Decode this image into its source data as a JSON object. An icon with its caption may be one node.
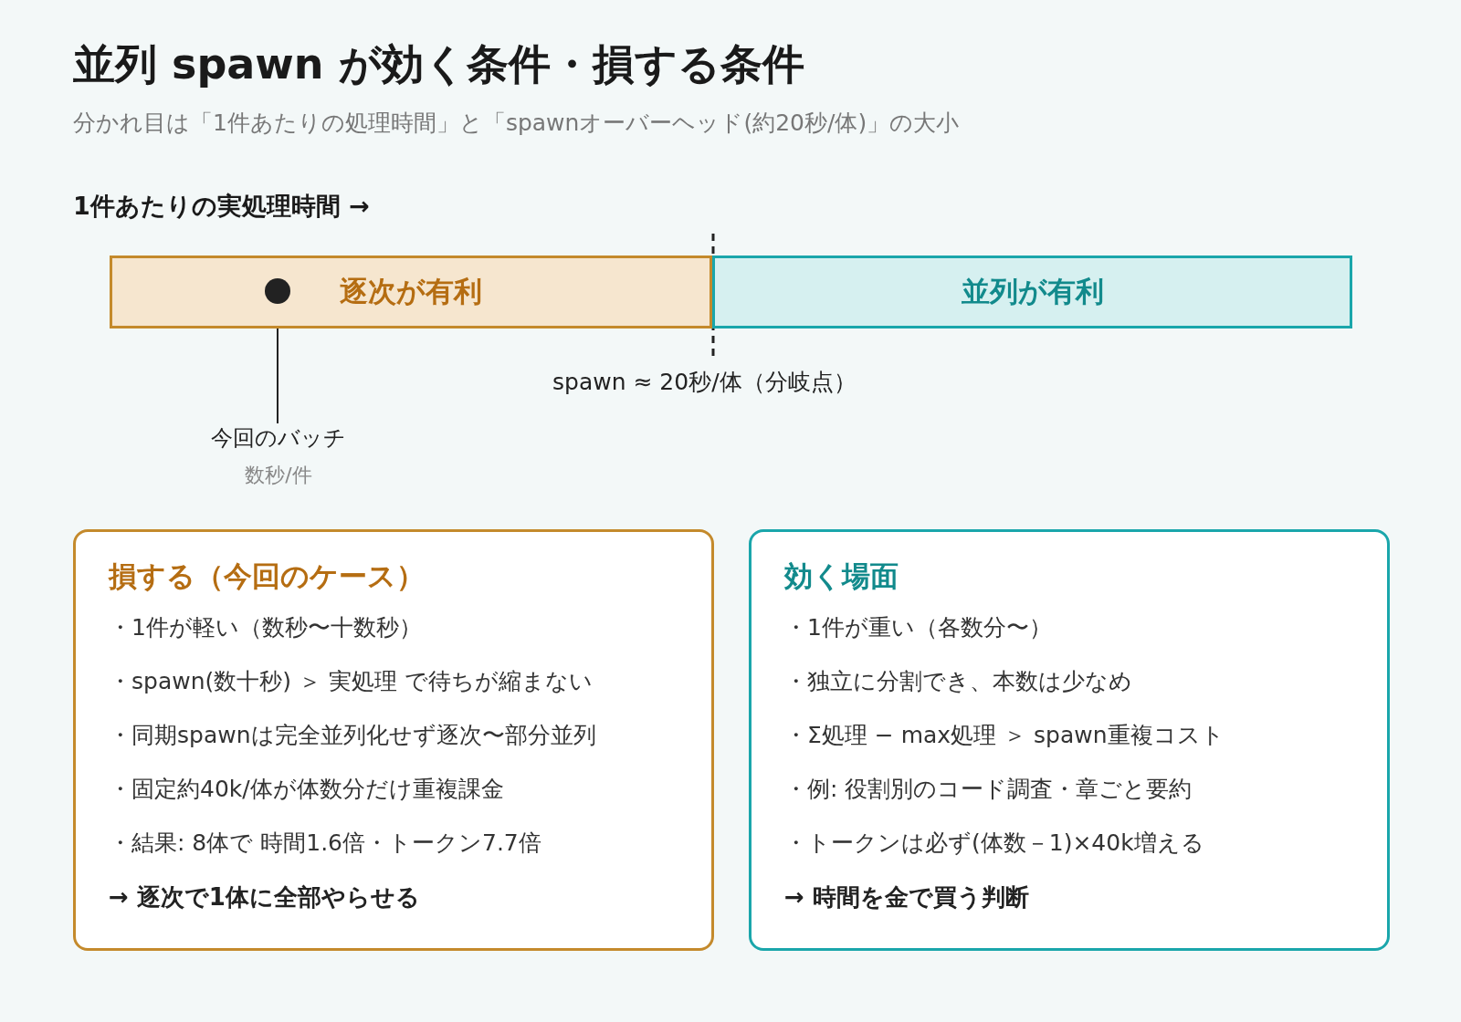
{
  "diagram": {
    "title": "並列 spawn が効く条件・損する条件",
    "caption": "分かれ目は「1件あたりの処理時間」と「spawnオーバーヘッド(約20秒/体)」の大小",
    "nodes": [
      {
        "text": [
          "逐次が有利"
        ]
      },
      {
        "text": [
          "並列が有利"
        ]
      },
      {
        "text": [],
        "shape": "circle",
        "in": 0
      },
      {
        "text": [
          "今回のバッチ"
        ],
        "beside": [
          "数秒/件"
        ]
      },
      {
        "text": [
          "損する（今回のケース）",
          "・1件が軽い（数秒〜十数秒）",
          "・spawn(数十秒) ＞ 実処理 で待ちが縮まない",
          "・同期spawnは完全並列化せず逐次〜部分並列",
          "・固定約40k/体が体数分だけ重複課金",
          "・結果: 8体で 時間1.6倍・トークン7.7倍",
          "→ 逐次で1体に全部やらせる"
        ]
      },
      {
        "text": [
          "効く場面",
          "・1件が重い（各数分〜）",
          "・独立に分割でき、本数は少なめ",
          "・Σ処理 − max処理 ＞ spawn重複コスト",
          "・例: 役割別のコード調査・章ごと要約",
          "・トークンは必ず(体数－1)×40k増える",
          "→ 時間を金で買う判断"
        ]
      }
    ],
    "edges": [
      {
        "from": 3,
        "to": 2,
        "arrow": "none"
      }
    ],
    "labels": [
      "1件あたりの実処理時間 →",
      "spawn ≈ 20秒/体（分岐点）"
    ]
  }
}
